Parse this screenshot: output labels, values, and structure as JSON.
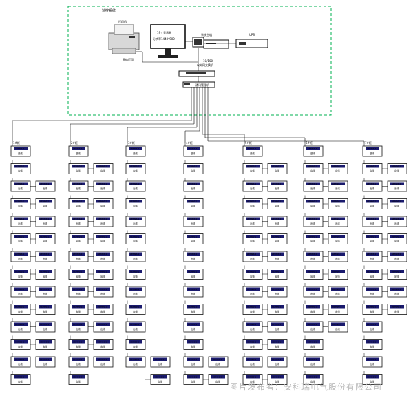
{
  "station": {
    "title": "监控系统",
    "printer_label": "打印机",
    "printer_sub": "网络打印",
    "monitor_line1": "19寸显示器",
    "monitor_line2": "分辨率1440*900",
    "host_label": "系统主机",
    "ups_label": "UPS",
    "network_line1": "10/100",
    "network_line2": "以太网交换机",
    "gateway_label": "通讯管理机"
  },
  "columns": [
    {
      "head": "1#柜",
      "devices": [
        {
          "model": "AEM96-4",
          "name": "进线"
        },
        {
          "model": "AEM96-1",
          "name": "出线"
        },
        {
          "model": "AEM96-1",
          "name": "出线"
        },
        {
          "model": "AEM96-1",
          "name": "出线"
        },
        {
          "model": "AEM96-1",
          "name": "出线"
        },
        {
          "model": "AEM96-1",
          "name": "出线"
        },
        {
          "model": "AEM96-1",
          "name": "出线"
        },
        {
          "model": "AEM96-1",
          "name": "出线"
        },
        {
          "model": "AEM96-1",
          "name": "出线"
        },
        {
          "model": "AEM96-1",
          "name": "出线"
        },
        {
          "model": "AEM96-1",
          "name": "出线"
        },
        {
          "model": "AEM96-1",
          "name": "出线"
        },
        {
          "model": "AEM96-1",
          "name": "出线"
        },
        {
          "model": "AEM96-1",
          "name": "出线"
        }
      ]
    },
    {
      "head": "",
      "devices": [
        {
          "model": "AEM96-1",
          "name": "出线"
        },
        {
          "model": "AEM96-1",
          "name": "出线"
        },
        {
          "model": "AEM96-1",
          "name": "出线"
        },
        {
          "model": "AEM96-1",
          "name": "出线"
        },
        {
          "model": "AEM96-1",
          "name": "出线"
        },
        {
          "model": "AEM96-1",
          "name": "出线"
        },
        {
          "model": "AEM96-1",
          "name": "出线"
        },
        {
          "model": "AEM96-1",
          "name": "出线"
        },
        {
          "model": "AEM96-1",
          "name": "出线"
        },
        {
          "model": "AEM96-1",
          "name": "出线"
        },
        {
          "model": "AEM96-1",
          "name": "出线"
        }
      ]
    },
    {
      "head": "2#柜",
      "devices": [
        {
          "model": "AEM96-4",
          "name": "进线"
        },
        {
          "model": "AEM96-1",
          "name": "出线"
        },
        {
          "model": "AEM96-1",
          "name": "出线"
        },
        {
          "model": "AEM96-1",
          "name": "出线"
        },
        {
          "model": "AEM96-1",
          "name": "出线"
        },
        {
          "model": "AEM96-1",
          "name": "出线"
        },
        {
          "model": "AEM96-1",
          "name": "出线"
        },
        {
          "model": "AEM96-1",
          "name": "出线"
        },
        {
          "model": "AEM96-1",
          "name": "出线"
        },
        {
          "model": "AEM96-1",
          "name": "出线"
        },
        {
          "model": "AEM96-1",
          "name": "出线"
        },
        {
          "model": "AEM96-1",
          "name": "出线"
        },
        {
          "model": "AEM96-1",
          "name": "出线"
        },
        {
          "model": "AEM96-1",
          "name": "出线"
        }
      ]
    },
    {
      "head": "",
      "devices": [
        {
          "model": "AEM96-1",
          "name": "出线"
        },
        {
          "model": "AEM96-1",
          "name": "出线"
        },
        {
          "model": "AEM96-1",
          "name": "出线"
        },
        {
          "model": "AEM96-1",
          "name": "出线"
        },
        {
          "model": "AEM96-1",
          "name": "出线"
        },
        {
          "model": "AEM96-1",
          "name": "出线"
        },
        {
          "model": "AEM96-1",
          "name": "出线"
        },
        {
          "model": "AEM96-1",
          "name": "出线"
        },
        {
          "model": "AEM96-1",
          "name": "出线"
        },
        {
          "model": "AEM96-1",
          "name": "出线"
        },
        {
          "model": "AEM96-1",
          "name": "出线"
        },
        {
          "model": "AEM96-1",
          "name": "出线"
        }
      ]
    },
    {
      "head": "3#柜",
      "devices": [
        {
          "model": "AEM96-4",
          "name": "进线"
        },
        {
          "model": "AEM96-1",
          "name": "出线"
        },
        {
          "model": "AEM96-1",
          "name": "出线"
        },
        {
          "model": "AEM96-1",
          "name": "出线"
        },
        {
          "model": "AEM96-1",
          "name": "出线"
        },
        {
          "model": "AEM96-1",
          "name": "出线"
        },
        {
          "model": "AEM96-1",
          "name": "出线"
        },
        {
          "model": "AEM96-1",
          "name": "出线"
        },
        {
          "model": "AEM96-1",
          "name": "出线"
        },
        {
          "model": "AEM96-1",
          "name": "出线"
        },
        {
          "model": "AEM96-1",
          "name": "出线"
        },
        {
          "model": "AEM96-1",
          "name": "出线"
        },
        {
          "model": "AEM96-1",
          "name": "出线"
        }
      ]
    },
    {
      "head": "",
      "devices": [
        {
          "model": "AEM96-1",
          "name": "出线"
        },
        {
          "model": "AEM96-1",
          "name": "出线"
        }
      ]
    },
    {
      "head": "4#柜",
      "devices": [
        {
          "model": "AEM96-4",
          "name": "进线"
        },
        {
          "model": "AEM96-1",
          "name": "出线"
        },
        {
          "model": "AEM96-1",
          "name": "出线"
        },
        {
          "model": "AEM96-1",
          "name": "出线"
        },
        {
          "model": "AEM96-1",
          "name": "出线"
        },
        {
          "model": "AEM96-1",
          "name": "出线"
        },
        {
          "model": "AEM96-1",
          "name": "出线"
        },
        {
          "model": "AEM96-1",
          "name": "出线"
        },
        {
          "model": "AEM96-1",
          "name": "出线"
        },
        {
          "model": "AEM96-1",
          "name": "出线"
        },
        {
          "model": "AEM96-1",
          "name": "出线"
        },
        {
          "model": "AEM96-1",
          "name": "出线"
        },
        {
          "model": "AEM96-1",
          "name": "出线"
        },
        {
          "model": "AEM96-1",
          "name": "出线"
        }
      ]
    },
    {
      "head": "",
      "devices": [
        {
          "model": "AEM96-1",
          "name": "出线"
        },
        {
          "model": "AEM96-1",
          "name": "出线"
        }
      ]
    },
    {
      "head": "5#柜",
      "devices": [
        {
          "model": "AEM96-4",
          "name": "进线"
        },
        {
          "model": "AEM96-1",
          "name": "出线"
        },
        {
          "model": "AEM96-1",
          "name": "出线"
        },
        {
          "model": "AEM96-1",
          "name": "出线"
        },
        {
          "model": "AEM96-1",
          "name": "出线"
        },
        {
          "model": "AEM96-1",
          "name": "出线"
        },
        {
          "model": "AEM96-1",
          "name": "出线"
        },
        {
          "model": "AEM96-1",
          "name": "出线"
        },
        {
          "model": "AEM96-1",
          "name": "出线"
        },
        {
          "model": "AEM96-1",
          "name": "出线"
        },
        {
          "model": "AEM96-1",
          "name": "出线"
        },
        {
          "model": "AEM96-1",
          "name": "出线"
        },
        {
          "model": "AEM96-1",
          "name": "出线"
        },
        {
          "model": "AEM96-1",
          "name": "出线"
        }
      ]
    },
    {
      "head": "",
      "devices": [
        {
          "model": "AEM96-1",
          "name": "出线"
        },
        {
          "model": "AEM96-1",
          "name": "出线"
        },
        {
          "model": "AEM96-1",
          "name": "出线"
        },
        {
          "model": "AEM96-1",
          "name": "出线"
        },
        {
          "model": "AEM96-1",
          "name": "出线"
        },
        {
          "model": "AEM96-1",
          "name": "出线"
        },
        {
          "model": "AEM96-1",
          "name": "出线"
        },
        {
          "model": "AEM96-1",
          "name": "出线"
        },
        {
          "model": "AEM96-1",
          "name": "出线"
        },
        {
          "model": "AEM96-1",
          "name": "出线"
        },
        {
          "model": "AEM96-1",
          "name": "出线"
        },
        {
          "model": "AEM96-1",
          "name": "出线"
        },
        {
          "model": "AEM96-1",
          "name": "出线"
        }
      ]
    },
    {
      "head": "6#柜",
      "devices": [
        {
          "model": "AEM96-4",
          "name": "进线"
        },
        {
          "model": "AEM96-1",
          "name": "出线"
        },
        {
          "model": "AEM96-1",
          "name": "出线"
        },
        {
          "model": "AEM96-1",
          "name": "出线"
        },
        {
          "model": "AEM96-1",
          "name": "出线"
        },
        {
          "model": "AEM96-1",
          "name": "出线"
        },
        {
          "model": "AEM96-1",
          "name": "出线"
        },
        {
          "model": "AEM96-1",
          "name": "出线"
        },
        {
          "model": "AEM96-1",
          "name": "出线"
        },
        {
          "model": "AEM96-1",
          "name": "出线"
        },
        {
          "model": "AEM96-1",
          "name": "出线"
        },
        {
          "model": "AEM96-1",
          "name": "出线"
        },
        {
          "model": "AEM96-1",
          "name": "出线"
        },
        {
          "model": "AEM96-1",
          "name": "出线"
        }
      ]
    },
    {
      "head": "",
      "devices": [
        {
          "model": "AEM96-1",
          "name": "出线"
        },
        {
          "model": "AEM96-1",
          "name": "出线"
        },
        {
          "model": "AEM96-1",
          "name": "出线"
        },
        {
          "model": "AEM96-1",
          "name": "出线"
        },
        {
          "model": "AEM96-1",
          "name": "出线"
        },
        {
          "model": "AEM96-1",
          "name": "出线"
        },
        {
          "model": "AEM96-1",
          "name": "出线"
        },
        {
          "model": "AEM96-1",
          "name": "出线"
        },
        {
          "model": "AEM96-1",
          "name": "出线"
        },
        {
          "model": "AEM96-1",
          "name": "出线"
        }
      ]
    },
    {
      "head": "7#柜",
      "devices": [
        {
          "model": "AEM96-4",
          "name": "进线"
        },
        {
          "model": "AEM96-1",
          "name": "出线"
        },
        {
          "model": "AEM96-1",
          "name": "出线"
        },
        {
          "model": "AEM96-1",
          "name": "出线"
        },
        {
          "model": "AEM96-1",
          "name": "出线"
        },
        {
          "model": "AEM96-1",
          "name": "出线"
        },
        {
          "model": "AEM96-1",
          "name": "出线"
        },
        {
          "model": "AEM96-1",
          "name": "出线"
        },
        {
          "model": "AEM96-1",
          "name": "出线"
        },
        {
          "model": "AEM96-1",
          "name": "出线"
        },
        {
          "model": "AEM96-1",
          "name": "出线"
        },
        {
          "model": "AEM96-1",
          "name": "出线"
        },
        {
          "model": "AEM96-1",
          "name": "出线"
        },
        {
          "model": "AEM96-1",
          "name": "出线"
        }
      ]
    },
    {
      "head": "",
      "devices": [
        {
          "model": "AEM96-1",
          "name": "出线"
        },
        {
          "model": "AEM96-1",
          "name": "出线"
        },
        {
          "model": "AEM96-1",
          "name": "出线"
        },
        {
          "model": "AEM96-1",
          "name": "出线"
        },
        {
          "model": "AEM96-1",
          "name": "出线"
        },
        {
          "model": "AEM96-1",
          "name": "出线"
        },
        {
          "model": "AEM96-1",
          "name": "出线"
        },
        {
          "model": "AEM96-1",
          "name": "出线"
        },
        {
          "model": "AEM96-1",
          "name": "出线"
        }
      ]
    }
  ],
  "caption": "图片发布者：安科瑞电气股份有限公司",
  "colors": {
    "boundary": "#00b050",
    "device_fill": "#1a1a6e",
    "line": "#000000",
    "caption": "#bbbbbb"
  }
}
